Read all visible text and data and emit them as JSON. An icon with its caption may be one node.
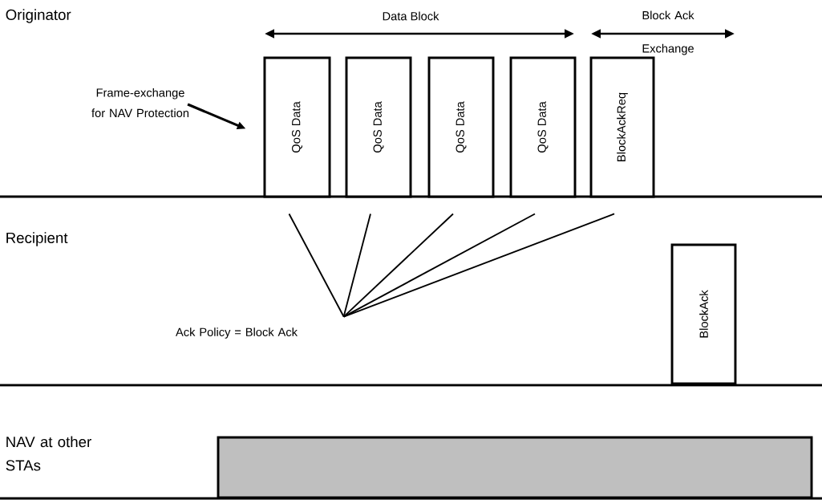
{
  "diagram": {
    "nodes": [
      {
        "text": [
          "Frame-exchange for NAV Protection"
        ]
      },
      {
        "text": [
          "QoS Data"
        ]
      },
      {
        "text": [
          "QoS Data"
        ]
      },
      {
        "text": [
          "QoS Data"
        ]
      },
      {
        "text": [
          "QoS Data"
        ]
      },
      {
        "text": [
          "BlockAckReq"
        ]
      },
      {
        "text": [
          "BlockAck"
        ]
      },
      {
        "text": [],
        "shape": "bar"
      },
      {
        "text": [
          "Ack Policy = Block Ack"
        ]
      }
    ],
    "edges": [
      {
        "from": 0,
        "to": 1,
        "arrow": "to"
      },
      {
        "from": 8,
        "to": 1,
        "arrow": "none"
      },
      {
        "from": 8,
        "to": 2,
        "arrow": "none"
      },
      {
        "from": 8,
        "to": 3,
        "arrow": "none"
      },
      {
        "from": 8,
        "to": 4,
        "arrow": "none"
      },
      {
        "from": 8,
        "to": 5,
        "arrow": "none"
      }
    ],
    "labels": [
      "Originator",
      "Data Block",
      "Block Ack Exchange",
      "Recipient",
      "NAV at other STAs"
    ]
  }
}
